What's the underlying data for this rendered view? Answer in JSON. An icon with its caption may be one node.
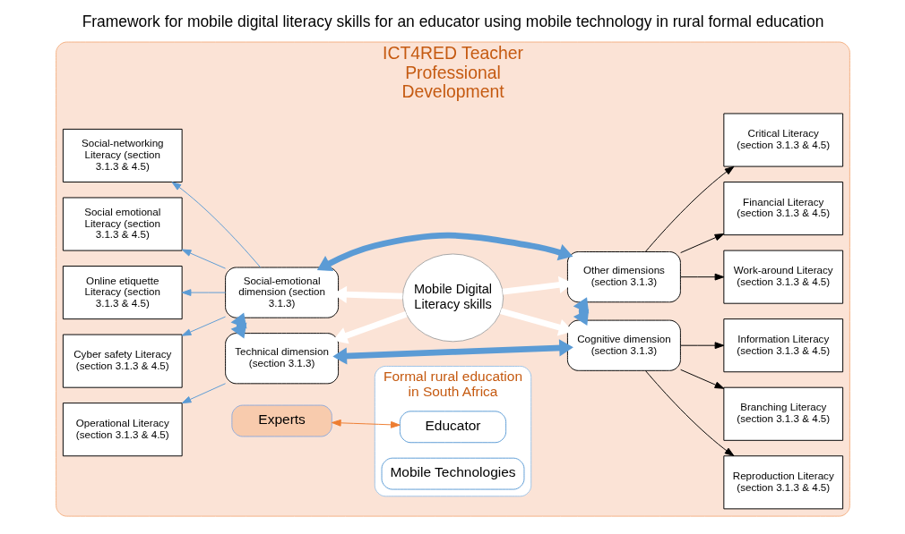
{
  "diagram": {
    "title": "Framework for mobile digital literacy skills for an educator using mobile technology in rural formal education",
    "nodes": [
      {
        "text": [
          "ICT4RED Teacher Professional Development"
        ]
      },
      {
        "text": [
          "Formal rural education in South Africa"
        ],
        "in": 0
      },
      {
        "text": [
          "Mobile Technologies"
        ],
        "in": 1
      },
      {
        "text": [
          "Educator"
        ],
        "in": 1
      },
      {
        "text": [
          "Experts"
        ],
        "in": 0
      },
      {
        "text": [
          "Operational Literacy (section 3.1.3 & 4.5)"
        ],
        "in": 0
      },
      {
        "text": [
          "Cyber safety Literacy (section 3.1.3 & 4.5)"
        ],
        "in": 0
      },
      {
        "text": [
          "Online etiquette Literacy (section 3.1.3 & 4.5)"
        ],
        "in": 0
      },
      {
        "text": [
          "Social emotional Literacy (section 3.1.3 & 4.5)"
        ],
        "in": 0
      },
      {
        "text": [
          "Social-networking Literacy (section 3.1.3 & 4.5)"
        ],
        "in": 0
      },
      {
        "text": [
          "Technical dimension (section 3.1.3)"
        ],
        "in": 0
      },
      {
        "text": [
          "Social-emotional dimension (section 3.1.3)"
        ],
        "in": 0
      },
      {
        "text": [
          "Mobile Digital Literacy skills"
        ],
        "in": 0
      },
      {
        "text": [
          "Cognitive dimension (section 3.1.3)"
        ],
        "in": 0
      },
      {
        "text": [
          "Other dimensions (section 3.1.3)"
        ],
        "in": 0
      },
      {
        "text": [
          "Reproduction Literacy (section 3.1.3 & 4.5)"
        ],
        "in": 0
      },
      {
        "text": [
          "Branching Literacy (section 3.1.3 & 4.5)"
        ],
        "in": 0
      },
      {
        "text": [
          "Information Literacy (section 3.1.3 & 4.5)"
        ],
        "in": 0
      },
      {
        "text": [
          "Work-around Literacy (section 3.1.3 & 4.5)"
        ],
        "in": 0
      },
      {
        "text": [
          "Financial Literacy (section 3.1.3 & 4.5)"
        ],
        "in": 0
      },
      {
        "text": [
          "Critical Literacy (section 3.1.3 & 4.5)"
        ],
        "in": 0
      }
    ],
    "edges": [
      {
        "from": 4,
        "to": 3,
        "arrow": "both",
        "color": "#ed7d31"
      },
      {
        "from": 10,
        "to": 5,
        "arrow": "to",
        "color": "#5b9bd5"
      },
      {
        "from": 11,
        "to": 6,
        "arrow": "to",
        "color": "#5b9bd5"
      },
      {
        "from": 11,
        "to": 7,
        "arrow": "to",
        "color": "#5b9bd5"
      },
      {
        "from": 11,
        "to": 8,
        "arrow": "to",
        "color": "#5b9bd5"
      },
      {
        "from": 11,
        "to": 9,
        "arrow": "to",
        "color": "#5b9bd5"
      },
      {
        "from": 10,
        "to": 13,
        "arrow": "both",
        "style": "thick",
        "color": "#5b9bd5"
      },
      {
        "from": 10,
        "to": 11,
        "arrow": "both",
        "style": "thick",
        "color": "#5b9bd5"
      },
      {
        "from": 11,
        "to": 14,
        "arrow": "both",
        "style": "thick",
        "color": "#5b9bd5"
      },
      {
        "from": 13,
        "to": 14,
        "arrow": "both",
        "style": "thick",
        "color": "#5b9bd5"
      },
      {
        "from": 12,
        "to": 10,
        "arrow": "to",
        "style": "thick",
        "color": "#ffffff"
      },
      {
        "from": 12,
        "to": 13,
        "arrow": "to",
        "style": "thick",
        "color": "#ffffff"
      },
      {
        "from": 12,
        "to": 11,
        "arrow": "to",
        "style": "thick",
        "color": "#ffffff"
      },
      {
        "from": 12,
        "to": 14,
        "arrow": "to",
        "style": "thick",
        "color": "#ffffff"
      },
      {
        "from": 13,
        "to": 15,
        "arrow": "to",
        "color": "#000000"
      },
      {
        "from": 13,
        "to": 16,
        "arrow": "to",
        "color": "#000000"
      },
      {
        "from": 13,
        "to": 17,
        "arrow": "to",
        "color": "#000000"
      },
      {
        "from": 14,
        "to": 18,
        "arrow": "to",
        "color": "#000000"
      },
      {
        "from": 14,
        "to": 19,
        "arrow": "to",
        "color": "#000000"
      },
      {
        "from": 14,
        "to": 20,
        "arrow": "to",
        "color": "#000000"
      }
    ]
  }
}
